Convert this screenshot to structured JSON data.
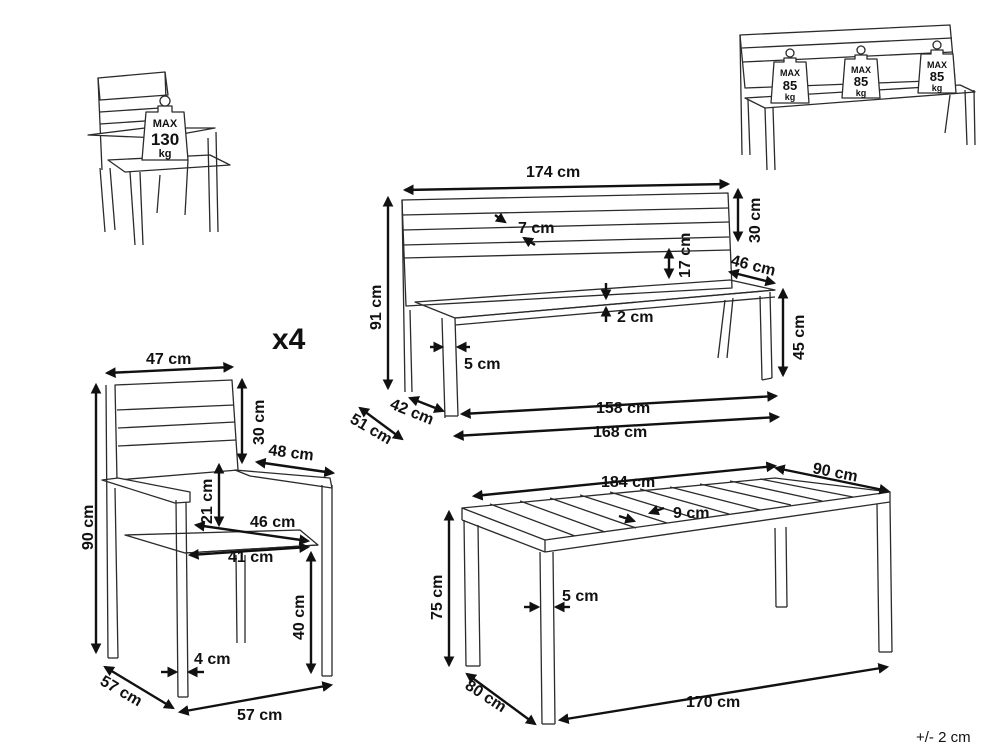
{
  "chair_small": {
    "weight": {
      "max": "MAX",
      "value": "130",
      "unit": "kg"
    }
  },
  "bench_small": {
    "weights": [
      {
        "max": "MAX",
        "value": "85",
        "unit": "kg"
      },
      {
        "max": "MAX",
        "value": "85",
        "unit": "kg"
      },
      {
        "max": "MAX",
        "value": "85",
        "unit": "kg"
      }
    ]
  },
  "quantity": "x4",
  "bench_dims": {
    "length": "174 cm",
    "back_height": "30 cm",
    "slat_gap": "7 cm",
    "back_slat": "17 cm",
    "height": "91 cm",
    "seat_depth": "46 cm",
    "seat_thickness": "2 cm",
    "seat_height": "45 cm",
    "leg": "5 cm",
    "leg_depth": "42 cm",
    "depth": "51 cm",
    "inner_length": "158 cm",
    "outer_length": "168 cm"
  },
  "chair_dims": {
    "width": "47 cm",
    "back_height": "30 cm",
    "arm_depth": "48 cm",
    "height": "90 cm",
    "arm_height": "21 cm",
    "seat_depth": "46 cm",
    "seat_width": "41 cm",
    "seat_height": "40 cm",
    "leg": "4 cm",
    "depth": "57 cm",
    "front_width": "57 cm"
  },
  "table_dims": {
    "length": "184 cm",
    "width": "90 cm",
    "slat_gap": "9 cm",
    "height": "75 cm",
    "leg": "5 cm",
    "depth": "80 cm",
    "inner_length": "170 cm"
  },
  "tolerance": "+/- 2 cm"
}
